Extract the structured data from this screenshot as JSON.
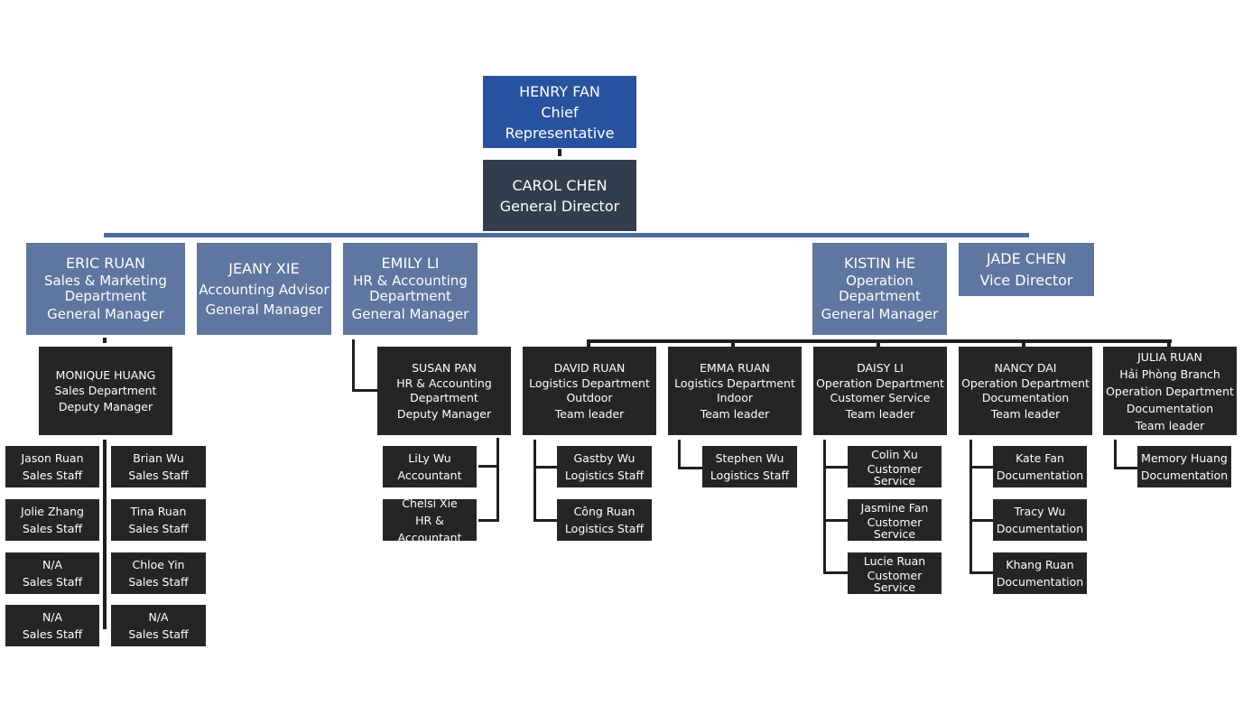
{
  "org": {
    "henry": [
      "HENRY FAN",
      "Chief Representative"
    ],
    "carol": [
      "CAROL CHEN",
      "General Director"
    ],
    "eric": [
      "ERIC RUAN",
      "Sales & Marketing",
      "Department",
      "General Manager"
    ],
    "jeany": [
      "JEANY XIE",
      "Accounting Advisor",
      "General Manager"
    ],
    "emily": [
      "EMILY LI",
      "HR & Accounting",
      "Department",
      "General Manager"
    ],
    "kistin": [
      "KISTIN HE",
      "Operation",
      "Department",
      "General Manager"
    ],
    "jade": [
      "JADE CHEN",
      "Vice Director"
    ],
    "monique": [
      "MONIQUE HUANG",
      "Sales Department",
      "Deputy Manager"
    ],
    "susan": [
      "SUSAN PAN",
      "HR & Accounting",
      "Department",
      "Deputy Manager"
    ],
    "david": [
      "DAVID RUAN",
      "Logistics Department",
      "Outdoor",
      "Team leader"
    ],
    "emma": [
      "EMMA RUAN",
      "Logistics Department",
      "Indoor",
      "Team leader"
    ],
    "daisy": [
      "DAISY LI",
      "Operation Department",
      "Customer Service",
      "Team leader"
    ],
    "nancy": [
      "NANCY DAI",
      "Operation Department",
      "Documentation",
      "Team leader"
    ],
    "julia": [
      "JULIA RUAN",
      "Hải Phòng Branch",
      "Operation Department",
      "Documentation",
      "Team leader"
    ],
    "sales_left": [
      [
        "Jason Ruan",
        "Sales Staff"
      ],
      [
        "Jolie Zhang",
        "Sales Staff"
      ],
      [
        "N/A",
        "Sales Staff"
      ],
      [
        "N/A",
        "Sales Staff"
      ]
    ],
    "sales_right": [
      [
        "Brian Wu",
        "Sales Staff"
      ],
      [
        "Tina Ruan",
        "Sales Staff"
      ],
      [
        "Chloe Yin",
        "Sales Staff"
      ],
      [
        "N/A",
        "Sales Staff"
      ]
    ],
    "hr_staff": [
      [
        "LiLy Wu",
        "Accountant"
      ],
      [
        "Chelsi Xie",
        "HR & Accountant"
      ]
    ],
    "david_staff": [
      [
        "Gastby Wu",
        "Logistics Staff"
      ],
      [
        "Công Ruan",
        "Logistics Staff"
      ]
    ],
    "emma_staff": [
      [
        "Stephen Wu",
        "Logistics Staff"
      ]
    ],
    "daisy_staff": [
      [
        "Colin Xu",
        "Customer",
        "Service"
      ],
      [
        "Jasmine Fan",
        "Customer",
        "Service"
      ],
      [
        "Lucie Ruan",
        "Customer",
        "Service"
      ]
    ],
    "nancy_staff": [
      [
        "Kate Fan",
        "Documentation"
      ],
      [
        "Tracy Wu",
        "Documentation"
      ],
      [
        "Khang Ruan",
        "Documentation"
      ]
    ],
    "julia_staff": [
      [
        "Memory Huang",
        "Documentation"
      ]
    ]
  }
}
